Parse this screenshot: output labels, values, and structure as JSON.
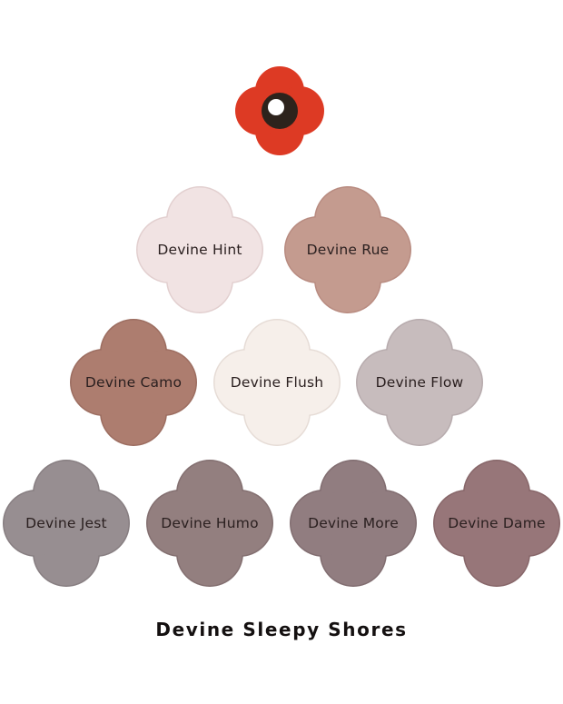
{
  "logo": {
    "icon": "poppy-flower-icon",
    "petal_color": "#dd3a24",
    "center_color": "#2d231c",
    "highlight_color": "#ffffff"
  },
  "swatches": [
    {
      "name": "Devine Hint",
      "color": "#f1e3e3",
      "edge": "#e2cfcf"
    },
    {
      "name": "Devine Rue",
      "color": "#c49b8f",
      "edge": "#b88b80"
    },
    {
      "name": "Devine Camo",
      "color": "#ad7d6f",
      "edge": "#9c6d60"
    },
    {
      "name": "Devine Flush",
      "color": "#f6efea",
      "edge": "#e6dcd6"
    },
    {
      "name": "Devine Flow",
      "color": "#c7bcbd",
      "edge": "#b7abad"
    },
    {
      "name": "Devine Jest",
      "color": "#978e91",
      "edge": "#877e81"
    },
    {
      "name": "Devine Humo",
      "color": "#937f7f",
      "edge": "#836f70"
    },
    {
      "name": "Devine More",
      "color": "#917d80",
      "edge": "#816d70"
    },
    {
      "name": "Devine Dame",
      "color": "#977679",
      "edge": "#876669"
    }
  ],
  "caption": "Devine Sleepy Shores"
}
